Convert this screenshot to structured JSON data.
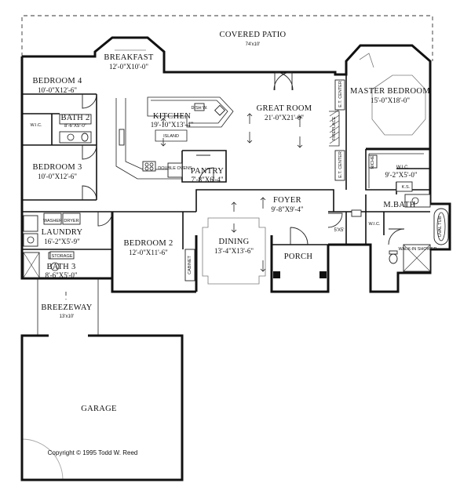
{
  "rooms": {
    "covered_patio": {
      "name": "COVERED PATIO",
      "size": "74'x10'"
    },
    "breakfast": {
      "name": "BREAKFAST",
      "size": "12'-0\"X10'-0\""
    },
    "bedroom4": {
      "name": "BEDROOM 4",
      "size": "10'-0\"X12'-6\""
    },
    "bath2": {
      "name": "BATH 2",
      "size": "8'-6\"X5'-0\""
    },
    "kitchen": {
      "name": "KITCHEN",
      "size": "19'-10\"X13'-4\""
    },
    "great_room": {
      "name": "GREAT ROOM",
      "size": "21'-0\"X21'-0\""
    },
    "master_bedroom": {
      "name": "MASTER BEDROOM",
      "size": "15'-0\"X18'-0\""
    },
    "bedroom3": {
      "name": "BEDROOM 3",
      "size": "10'-0\"X12'-6\""
    },
    "pantry": {
      "name": "PANTRY",
      "size": "7'-8\"X6'-4\""
    },
    "master_wic": {
      "name": "W.I.C.",
      "size": "9'-2\"X5'-0\""
    },
    "foyer": {
      "name": "FOYER",
      "size": "9'-8\"X9'-4\""
    },
    "mbath": {
      "name": "M.BATH"
    },
    "laundry": {
      "name": "LAUNDRY",
      "size": "16'-2\"X5'-9\""
    },
    "bedroom2": {
      "name": "BEDROOM 2",
      "size": "12'-0\"X11'-6\""
    },
    "dining": {
      "name": "DINING",
      "size": "13'-4\"X13'-6\""
    },
    "porch": {
      "name": "PORCH"
    },
    "bath3": {
      "name": "BATH 3",
      "size": "8'-6\"X5'-0\""
    },
    "breezeway": {
      "name": "BREEZEWAY",
      "size": "13'x10'"
    },
    "garage": {
      "name": "GARAGE"
    }
  },
  "fixtures": {
    "bath2_wic": "W.I.C.",
    "ent_center_1": "E.T. CENTER",
    "ent_center_2": "E.T. CENTER",
    "fireplace": "FIREPLACE",
    "island": "ISLAND",
    "dishwasher": "DISH W.",
    "double_ovens": "DOUBLE OVENS",
    "niche": "NICHE",
    "ks": "K.S.",
    "closet_5x5": "5'X5'",
    "mbath_wic": "W.I.C.",
    "oval_tub": "OVAL TUB",
    "walkin_shower": "WALK-IN SHOWER",
    "washer": "WASHER",
    "dryer": "DRYER",
    "storage": "STORAGE",
    "cabinet": "CABINET"
  },
  "copyright": "Copyright © 1995 Todd W. Reed"
}
